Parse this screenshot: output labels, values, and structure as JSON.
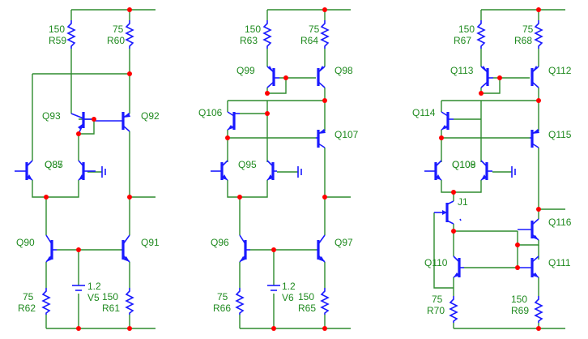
{
  "circuits": [
    {
      "resistors": [
        {
          "value": "150",
          "ref": "R59"
        },
        {
          "value": "75",
          "ref": "R60"
        },
        {
          "value": "75",
          "ref": "R62"
        },
        {
          "value": "150",
          "ref": "R61"
        }
      ],
      "transistors": [
        "Q93",
        "Q92",
        "Q85",
        "Q87",
        "Q90",
        "Q91"
      ],
      "source": {
        "value": "1.2",
        "ref": "V5"
      }
    },
    {
      "resistors": [
        {
          "value": "150",
          "ref": "R63"
        },
        {
          "value": "75",
          "ref": "R64"
        },
        {
          "value": "75",
          "ref": "R66"
        },
        {
          "value": "150",
          "ref": "R65"
        }
      ],
      "transistors": [
        "Q99",
        "Q98",
        "Q106",
        "Q107",
        "Q95",
        "Q96",
        "Q97"
      ],
      "source": {
        "value": "1.2",
        "ref": "V6"
      }
    },
    {
      "resistors": [
        {
          "value": "150",
          "ref": "R67"
        },
        {
          "value": "75",
          "ref": "R68"
        },
        {
          "value": "75",
          "ref": "R70"
        },
        {
          "value": "150",
          "ref": "R69"
        }
      ],
      "transistors": [
        "Q113",
        "Q112",
        "Q114",
        "Q115",
        "Q108",
        "Q109",
        "Q116",
        "Q110",
        "Q111"
      ],
      "jfet": "J1"
    }
  ]
}
